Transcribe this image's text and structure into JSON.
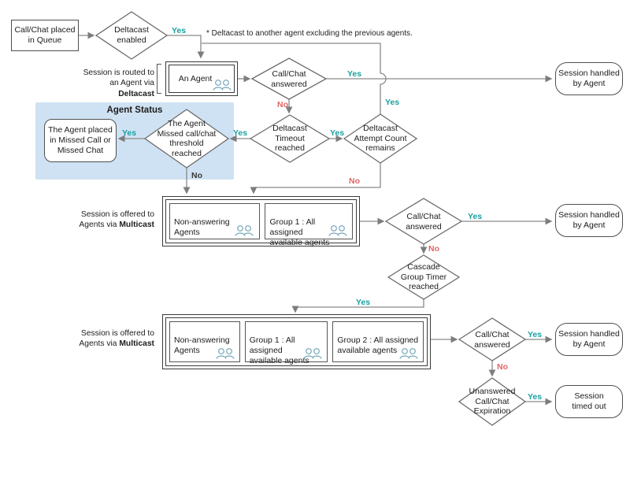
{
  "colors": {
    "yes": "#18a0a0",
    "no": "#e06666",
    "region": "#cfe2f3",
    "line": "#8a8a8a",
    "icon": "#74a7b8"
  },
  "labels": {
    "yes": "Yes",
    "no": "No"
  },
  "note": "* Deltacast to another agent excluding the previous agents.",
  "agent_status": {
    "title": "Agent Status"
  },
  "side_labels": {
    "routed_text": "Session is routed to\nan Agent via ",
    "routed_bold": "Deltacast",
    "offered_text": "Session is offered to\nAgents via ",
    "offered_bold": "Multicast"
  },
  "nodes": {
    "queue": "Call/Chat placed\nin Queue",
    "deltacast_enabled": "Deltacast\nenabled",
    "an_agent": "An Agent",
    "call_chat_answered": "Call/Chat\nanswered",
    "session_handled": "Session handled\nby Agent",
    "missed_placed": "The Agent placed\nin Missed Call or\nMissed Chat",
    "missed_threshold": "The Agent\nMissed call/chat\nthreshold\nreached",
    "deltacast_timeout": "Deltacast\nTimeout\nreached",
    "attempt_count": "Deltacast\nAttempt Count\nremains",
    "non_answering": "Non-answering\nAgents",
    "group1": "Group 1 : All assigned\navailable agents",
    "group2": "Group 2 : All assigned\navailable agents",
    "cascade_timer": "Cascade\nGroup Timer\nreached",
    "unanswered_expiration": "Unanswered\nCall/Chat\nExpiration",
    "session_timed_out": "Session\ntimed out"
  }
}
